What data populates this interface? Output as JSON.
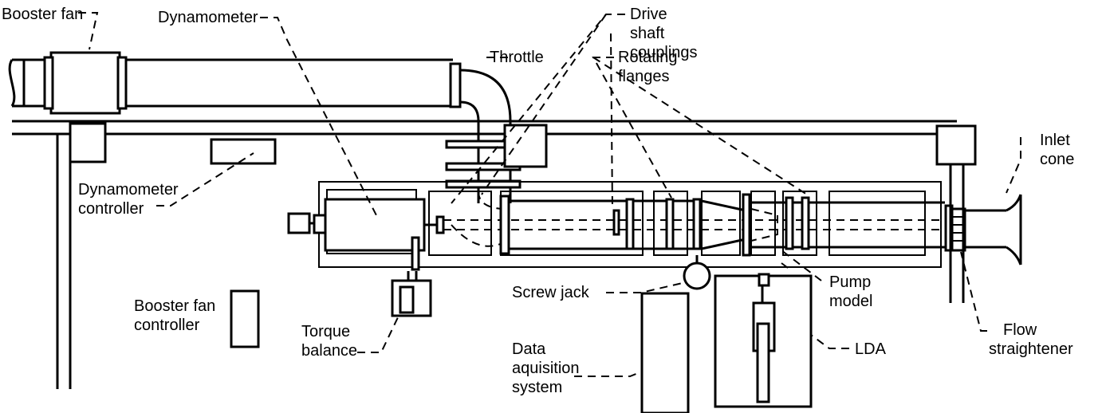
{
  "labels": {
    "booster_fan": "Booster fan",
    "dynamometer": "Dynamometer",
    "throttle": "Throttle",
    "drive_shaft_couplings": [
      "Drive",
      "shaft",
      "couplings"
    ],
    "rotating_flanges": [
      "Rotating",
      "flanges"
    ],
    "inlet_cone": [
      "Inlet",
      "cone"
    ],
    "dynamometer_controller": [
      "Dynamometer",
      "controller"
    ],
    "booster_fan_controller": [
      "Booster fan",
      "controller"
    ],
    "torque_balance": [
      "Torque",
      "balance"
    ],
    "screw_jack": "Screw jack",
    "pump_model": [
      "Pump",
      "model"
    ],
    "data_acquisition_system": [
      "Data",
      "aquisition",
      "system"
    ],
    "lda": "LDA",
    "flow_straightener": [
      "Flow",
      "straightener"
    ]
  }
}
